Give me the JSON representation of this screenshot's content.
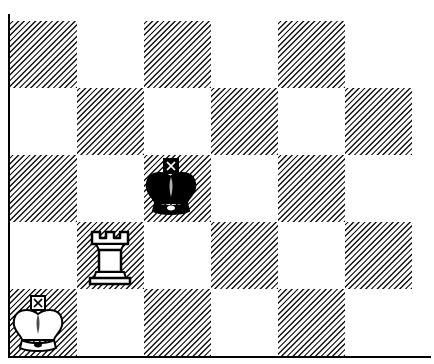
{
  "board": {
    "files": 6,
    "ranks": 5,
    "dark_squares": [
      [
        0,
        0
      ],
      [
        2,
        0
      ],
      [
        4,
        0
      ],
      [
        1,
        1
      ],
      [
        3,
        1
      ],
      [
        5,
        1
      ],
      [
        0,
        2
      ],
      [
        2,
        2
      ],
      [
        4,
        2
      ],
      [
        1,
        3
      ],
      [
        3,
        3
      ],
      [
        5,
        3
      ],
      [
        0,
        4
      ],
      [
        2,
        4
      ],
      [
        4,
        4
      ]
    ],
    "pieces": [
      {
        "name": "black-king",
        "color": "black",
        "type": "king",
        "col": 2,
        "row": 2
      },
      {
        "name": "white-rook",
        "color": "white",
        "type": "rook",
        "col": 1,
        "row": 3
      },
      {
        "name": "white-king",
        "color": "white",
        "type": "king",
        "col": 0,
        "row": 4
      }
    ]
  },
  "colors": {
    "ink": "#000000",
    "paper": "#ffffff"
  }
}
